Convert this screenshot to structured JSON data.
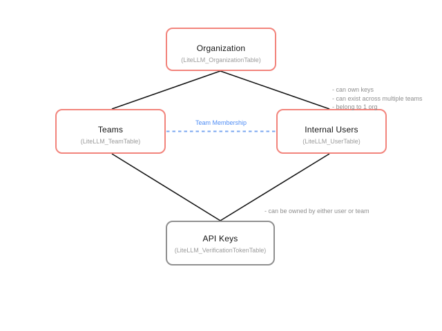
{
  "diagram": {
    "nodes": {
      "organization": {
        "title": "Organization",
        "subtitle": "(LiteLLM_OrganizationTable)"
      },
      "teams": {
        "title": "Teams",
        "subtitle": "(LiteLLM_TeamTable)"
      },
      "internal_users": {
        "title": "Internal Users",
        "subtitle": "(LiteLLM_UserTable)"
      },
      "api_keys": {
        "title": "API Keys",
        "subtitle": "(LiteLLM_VerificationTokenTable)"
      }
    },
    "edge_labels": {
      "team_membership": "Team Membership"
    },
    "annotations": {
      "internal_users_notes": [
        "- can own keys",
        "- can exist across multiple teams",
        "- belong to 1 org"
      ],
      "api_keys_note": "- can be owned by either user or team"
    },
    "colors": {
      "entity_border_red": "#f2837b",
      "entity_border_gray": "#8f8f8f",
      "relation_line_black": "#141414",
      "team_membership_label_blue": "#4f8df5",
      "team_membership_line_blue": "#7aa7f0",
      "note_text_gray": "#8e8e8e",
      "subtitle_text_gray": "#9a9a9a",
      "background": "#ffffff"
    }
  }
}
